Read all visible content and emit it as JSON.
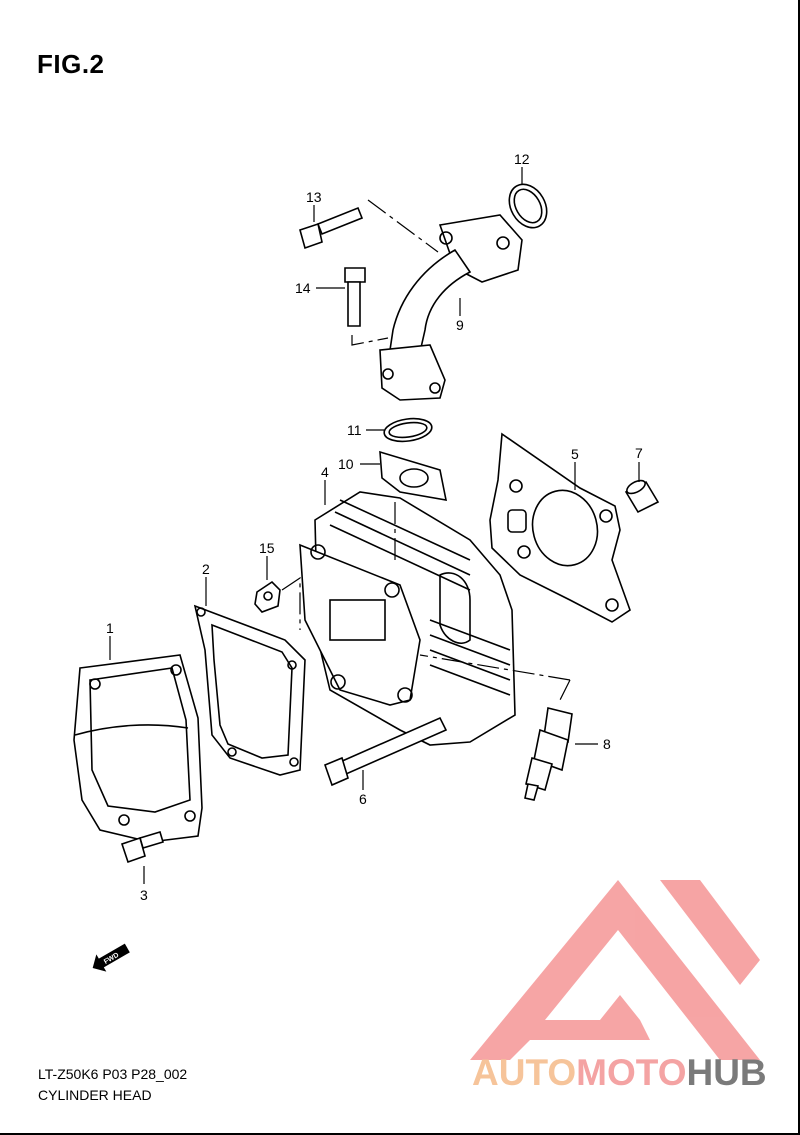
{
  "figure": {
    "title": "FIG.2"
  },
  "parts": [
    {
      "number": "1"
    },
    {
      "number": "2"
    },
    {
      "number": "3"
    },
    {
      "number": "4"
    },
    {
      "number": "5"
    },
    {
      "number": "6"
    },
    {
      "number": "7"
    },
    {
      "number": "8"
    },
    {
      "number": "9"
    },
    {
      "number": "10"
    },
    {
      "number": "11"
    },
    {
      "number": "12"
    },
    {
      "number": "13"
    },
    {
      "number": "14"
    },
    {
      "number": "15"
    }
  ],
  "direction_marker": {
    "label": "FWD",
    "icon": "fwd-arrow-icon"
  },
  "footer": {
    "code": "LT-Z50K6 P03 P28_002",
    "name": "CYLINDER HEAD"
  },
  "watermark": {
    "parts": [
      "AUTO",
      "MOTO",
      "HUB"
    ],
    "colors": {
      "auto": "#f6c49a",
      "moto": "#f4a3a3",
      "hub": "#7a7a7a",
      "logo": "#f4a3a3"
    }
  }
}
